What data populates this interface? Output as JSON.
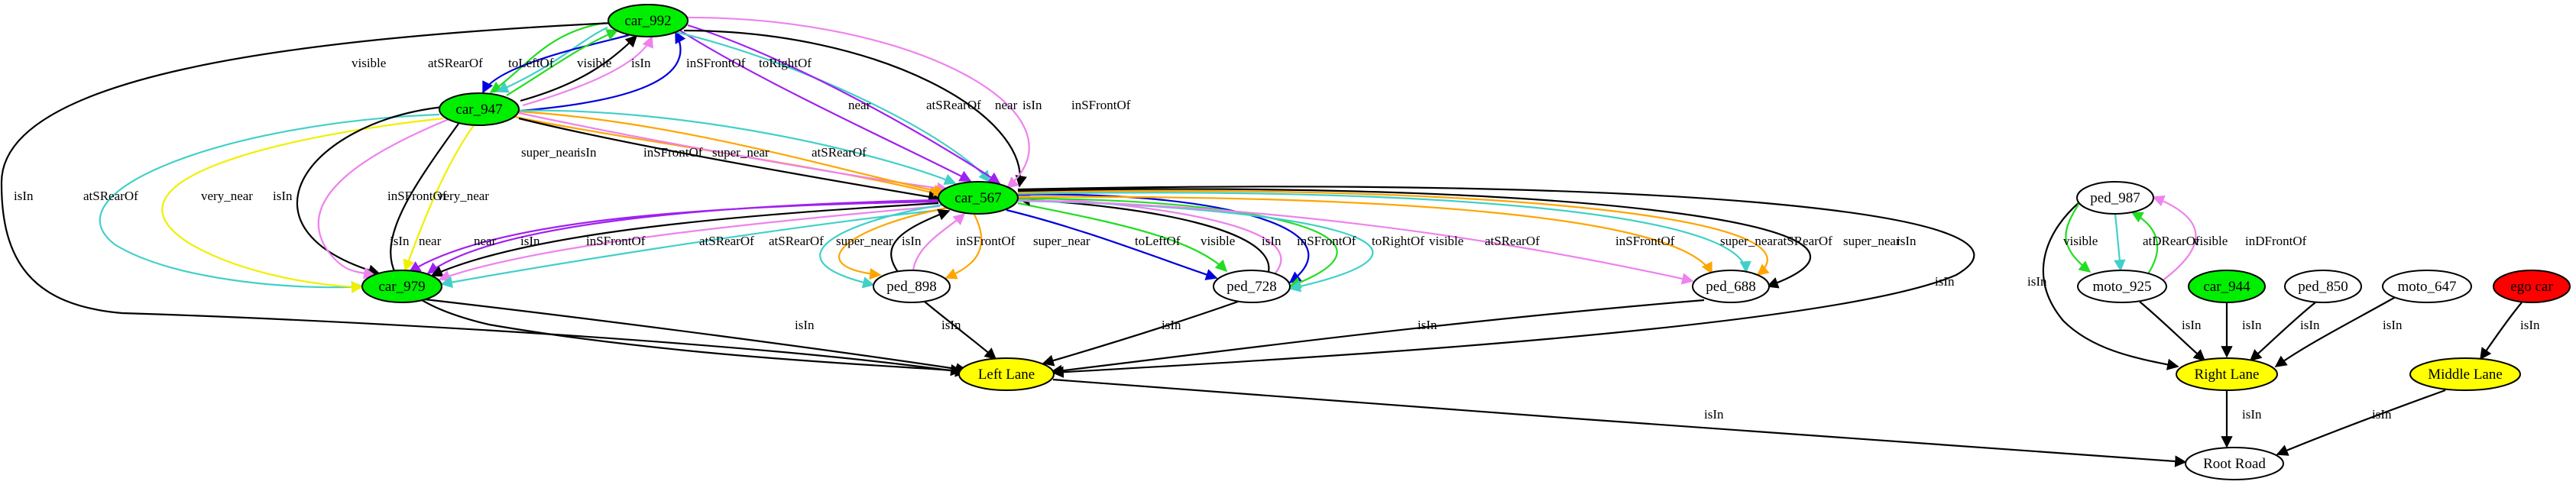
{
  "graph": {
    "nodes": {
      "car_992": {
        "label": "car_992",
        "kind": "car"
      },
      "car_947": {
        "label": "car_947",
        "kind": "car"
      },
      "car_567": {
        "label": "car_567",
        "kind": "car"
      },
      "car_979": {
        "label": "car_979",
        "kind": "car"
      },
      "ped_898": {
        "label": "ped_898",
        "kind": "ped"
      },
      "ped_728": {
        "label": "ped_728",
        "kind": "ped"
      },
      "ped_688": {
        "label": "ped_688",
        "kind": "ped"
      },
      "left_lane": {
        "label": "Left Lane",
        "kind": "lane"
      },
      "ped_987": {
        "label": "ped_987",
        "kind": "ped"
      },
      "moto_925": {
        "label": "moto_925",
        "kind": "moto"
      },
      "car_944": {
        "label": "car_944",
        "kind": "car"
      },
      "ped_850": {
        "label": "ped_850",
        "kind": "ped"
      },
      "moto_647": {
        "label": "moto_647",
        "kind": "moto"
      },
      "ego_car": {
        "label": "ego car",
        "kind": "ego"
      },
      "right_lane": {
        "label": "Right Lane",
        "kind": "lane"
      },
      "middle_lane": {
        "label": "Middle Lane",
        "kind": "lane"
      },
      "root_road": {
        "label": "Root Road",
        "kind": "road"
      }
    },
    "edges": [
      {
        "id": "e1",
        "label": "visible"
      },
      {
        "id": "e2",
        "label": "atSRearOf"
      },
      {
        "id": "e3",
        "label": "toLeftOf"
      },
      {
        "id": "e4",
        "label": "visible"
      },
      {
        "id": "e5",
        "label": "isIn"
      },
      {
        "id": "e6",
        "label": "inSFrontOf"
      },
      {
        "id": "e7",
        "label": "toRightOf"
      },
      {
        "id": "e8",
        "label": "near"
      },
      {
        "id": "e9",
        "label": "atSRearOf"
      },
      {
        "id": "e10",
        "label": "near"
      },
      {
        "id": "e11",
        "label": "isIn"
      },
      {
        "id": "e12",
        "label": "inSFrontOf"
      },
      {
        "id": "e13",
        "label": "isIn"
      },
      {
        "id": "e14",
        "label": "super_near"
      },
      {
        "id": "e15",
        "label": "isIn"
      },
      {
        "id": "e16",
        "label": "inSFrontOf"
      },
      {
        "id": "e17",
        "label": "super_near"
      },
      {
        "id": "e18",
        "label": "atSRearOf"
      },
      {
        "id": "e19",
        "label": "atSRearOf"
      },
      {
        "id": "e20",
        "label": "very_near"
      },
      {
        "id": "e21",
        "label": "isIn"
      },
      {
        "id": "e22",
        "label": "inSFrontOf"
      },
      {
        "id": "e23",
        "label": "very_near"
      },
      {
        "id": "e24",
        "label": "isIn"
      },
      {
        "id": "e25",
        "label": "near"
      },
      {
        "id": "e26",
        "label": "near"
      },
      {
        "id": "e27",
        "label": "isIn"
      },
      {
        "id": "e28",
        "label": "inSFrontOf"
      },
      {
        "id": "e29",
        "label": "atSRearOf"
      },
      {
        "id": "e30",
        "label": "atSRearOf"
      },
      {
        "id": "e31",
        "label": "super_near"
      },
      {
        "id": "e32",
        "label": "isIn"
      },
      {
        "id": "e33",
        "label": "inSFrontOf"
      },
      {
        "id": "e34",
        "label": "super_near"
      },
      {
        "id": "e35",
        "label": "toLeftOf"
      },
      {
        "id": "e36",
        "label": "visible"
      },
      {
        "id": "e37",
        "label": "isIn"
      },
      {
        "id": "e38",
        "label": "inSFrontOf"
      },
      {
        "id": "e39",
        "label": "toRightOf"
      },
      {
        "id": "e40",
        "label": "visible"
      },
      {
        "id": "e41",
        "label": "atSRearOf"
      },
      {
        "id": "e42",
        "label": "inSFrontOf"
      },
      {
        "id": "e43",
        "label": "super_near"
      },
      {
        "id": "e44",
        "label": "atSRearOf"
      },
      {
        "id": "e45",
        "label": "super_near"
      },
      {
        "id": "e46",
        "label": "isIn"
      },
      {
        "id": "e47",
        "label": "isIn"
      },
      {
        "id": "e48",
        "label": "isIn"
      },
      {
        "id": "e49",
        "label": "isIn"
      },
      {
        "id": "e50",
        "label": "isIn"
      },
      {
        "id": "e51",
        "label": "isIn"
      },
      {
        "id": "e52",
        "label": "isIn"
      },
      {
        "id": "e53",
        "label": "isIn"
      },
      {
        "id": "e54",
        "label": "visible"
      },
      {
        "id": "e55",
        "label": "atDRearOf"
      },
      {
        "id": "e56",
        "label": "visible"
      },
      {
        "id": "e57",
        "label": "inDFrontOf"
      },
      {
        "id": "e58",
        "label": "isIn"
      },
      {
        "id": "e59",
        "label": "isIn"
      },
      {
        "id": "e60",
        "label": "isIn"
      },
      {
        "id": "e61",
        "label": "isIn"
      },
      {
        "id": "e62",
        "label": "isIn"
      },
      {
        "id": "e63",
        "label": "isIn"
      },
      {
        "id": "e64",
        "label": "isIn"
      },
      {
        "id": "e65",
        "label": "isIn"
      },
      {
        "id": "e66",
        "label": "isIn"
      }
    ]
  },
  "colors": {
    "car": "#00ee00",
    "lane": "#ffff00",
    "ego": "#ff0000",
    "plain": "#ffffff",
    "black": "#000000",
    "green": "#22dd22",
    "turquoise": "#40d0c8",
    "blue": "#0000dd",
    "violet": "#ee82ee",
    "purple": "#a020f0",
    "orange": "#ffa500",
    "yellow": "#f0f000"
  }
}
